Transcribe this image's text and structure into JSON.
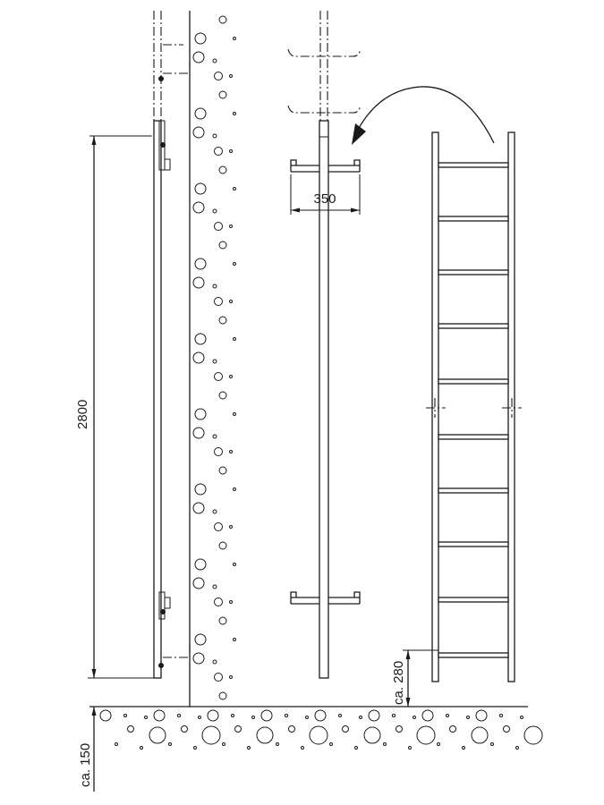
{
  "drawing": {
    "dimensions": {
      "ladder_height": "2800",
      "bracket_width": "350",
      "bottom_rung_height": "ca. 280",
      "floor_depth": "ca. 150"
    },
    "colors": {
      "line": "#1a1a1a",
      "background": "#ffffff"
    }
  }
}
